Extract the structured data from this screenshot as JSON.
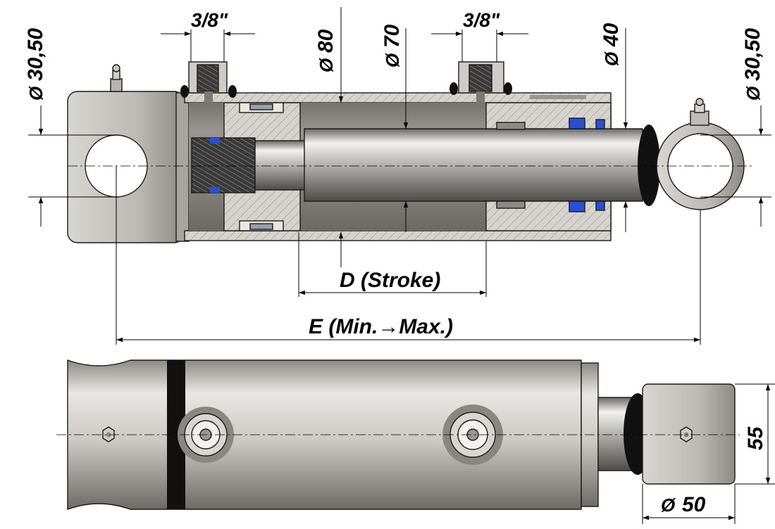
{
  "dimensions": {
    "pin_diameter_left": "30,50",
    "port_left": "3/8\"",
    "bore_diameter": "80",
    "outer_70": "70",
    "port_right": "3/8\"",
    "rod_diameter": "40",
    "pin_diameter_right": "30,50",
    "stroke_label": "D (Stroke)",
    "length_label": "E (Min.→Max.)",
    "rod_eye_height": "55",
    "rod_eye_diameter": "50"
  },
  "symbols": {
    "diameter": "Ø"
  },
  "colors": {
    "steel_light": "#e6e4e1",
    "steel_mid": "#b9b6b1",
    "steel_dark": "#6e6b66",
    "section_fill": "#cfccc8",
    "seal_blue": "#2a4fd6",
    "black_ring": "#111111"
  },
  "icons": [
    "grease-nipple-icon",
    "port-fitting-icon",
    "rod-eye-icon"
  ]
}
